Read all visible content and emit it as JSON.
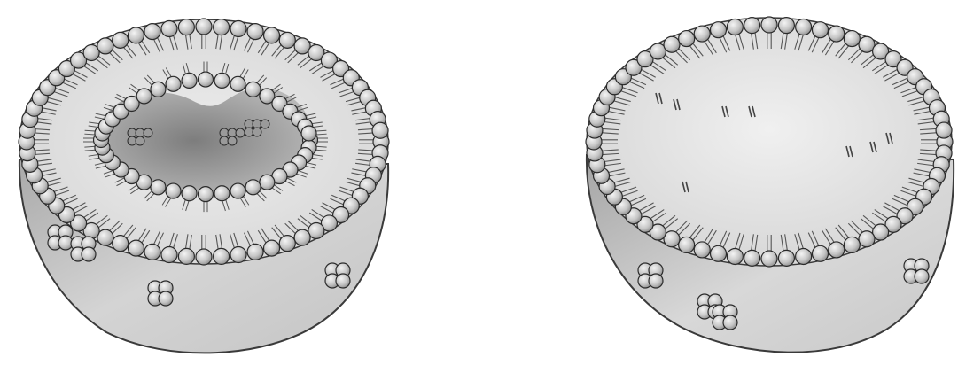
{
  "figure": {
    "panels": [
      {
        "id": "left",
        "kind": "multilamellar-vesicle-cutaway"
      },
      {
        "id": "right",
        "kind": "unilamellar-vesicle-cutaway"
      }
    ],
    "colors": {
      "background": "#ffffff",
      "outline": "#2a2a2a",
      "head_fill": "#cfcfcf",
      "head_highlight": "#f2f2f2",
      "interior": "#e4e4e4",
      "interior_shadow": "#9a9a9a",
      "side_wall": "#b9b9b9",
      "tail_stroke": "#555555"
    }
  }
}
